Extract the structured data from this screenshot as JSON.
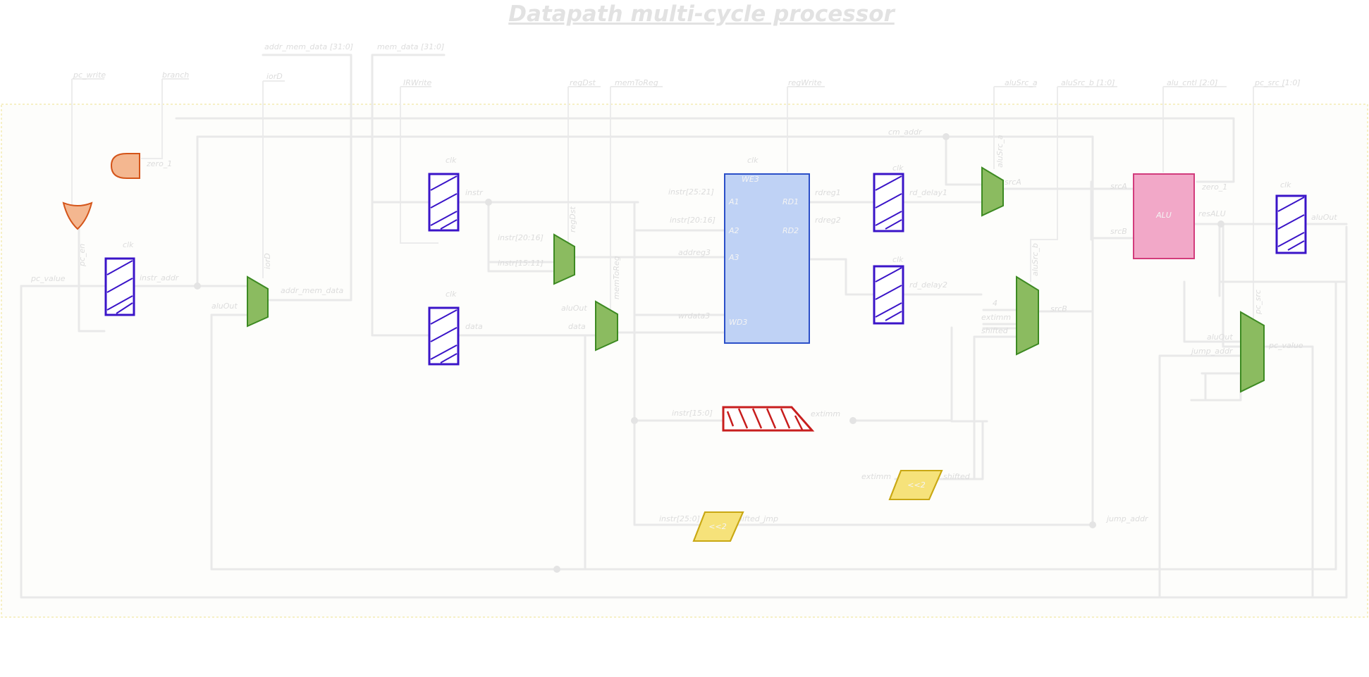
{
  "title": "Datapath multi-cycle processor",
  "top_signals": {
    "pc_write": "pc_write",
    "branch": "branch",
    "addr_mem_data_bus": "addr_mem_data [31:0]",
    "mem_data_bus": "mem_data [31:0]",
    "iorD": "iorD",
    "irWrite": "IRWrite",
    "regDst": "regDst",
    "memToReg": "memToReg",
    "regWrite": "regWrite",
    "aluSrc_a": "aluSrc_a",
    "aluSrc_b": "aluSrc_b [1:0]",
    "alu_cntl": "alu_cntl [2:0]",
    "pc_src": "pc_src [1:0]"
  },
  "wire_labels": {
    "pc_value_in": "pc_value",
    "pc_en": "pc_en",
    "zero_1": "zero_1",
    "instr_addr": "instr_addr",
    "aluOut_a": "aluOut",
    "addr_mem_data": "addr_mem_data",
    "iorD_v": "iorD",
    "instr": "instr",
    "data": "data",
    "instr_20_16": "instr[20:16]",
    "instr_15_11": "instr[15:11]",
    "regDst_v": "regDst",
    "aluOut_b": "aluOut",
    "data_b": "data",
    "memToReg_v": "memToReg",
    "instr_25_21": "instr[25:21]",
    "instr_20_16_b": "instr[20:16]",
    "addreg3": "addreg3",
    "wrdata3": "wrdata3",
    "rdreg1": "rdreg1",
    "rdreg2": "rdreg2",
    "rd_delay1": "rd_delay1",
    "rd_delay2": "rd_delay2",
    "cm_addr": "cm_addr",
    "srcA_mux": "srcA",
    "aluSrc_a_v": "aluSrc_a",
    "aluSrc_b_v": "aluSrc_b",
    "imm4": "4",
    "extimm_in": "extimm",
    "shifted": "shifted",
    "srcB": "srcB",
    "srcA_alu": "srcA",
    "srcB_alu": "srcB",
    "zero_1_alu": "zero_1",
    "resALU": "resALU",
    "aluOut_out": "aluOut",
    "aluOut_c": "aluOut",
    "jump_addr_in": "jump_addr",
    "pc_value_out": "pc_value",
    "pc_src_v": "pc_src",
    "instr_15_0": "instr[15:0]",
    "extimm_out": "extimm",
    "extimm_s": "extimm",
    "shifted_s": "shifted",
    "instr_25_0": "instr[25:0]",
    "shifted_jmp": "shifted_jmp",
    "jump_addr": "jump_addr",
    "clk": "clk"
  },
  "blocks": {
    "register_file": {
      "a1": "A1",
      "a2": "A2",
      "a3": "A3",
      "wd3": "WD3",
      "rd1": "RD1",
      "rd2": "RD2",
      "we3": "WE3"
    },
    "alu": {
      "label": "ALU"
    },
    "shift_label": "<<2",
    "shift_jmp_label": "<<2"
  },
  "colors": {
    "register": "#3a14c8",
    "mux": "#3d8a22",
    "gate": "#d4551a",
    "register_file": "#2b4fc8",
    "alu": "#d23c7c",
    "sign_extend": "#c81e1e",
    "shifter": "#c9a814",
    "wire": "#e9e9e9"
  }
}
